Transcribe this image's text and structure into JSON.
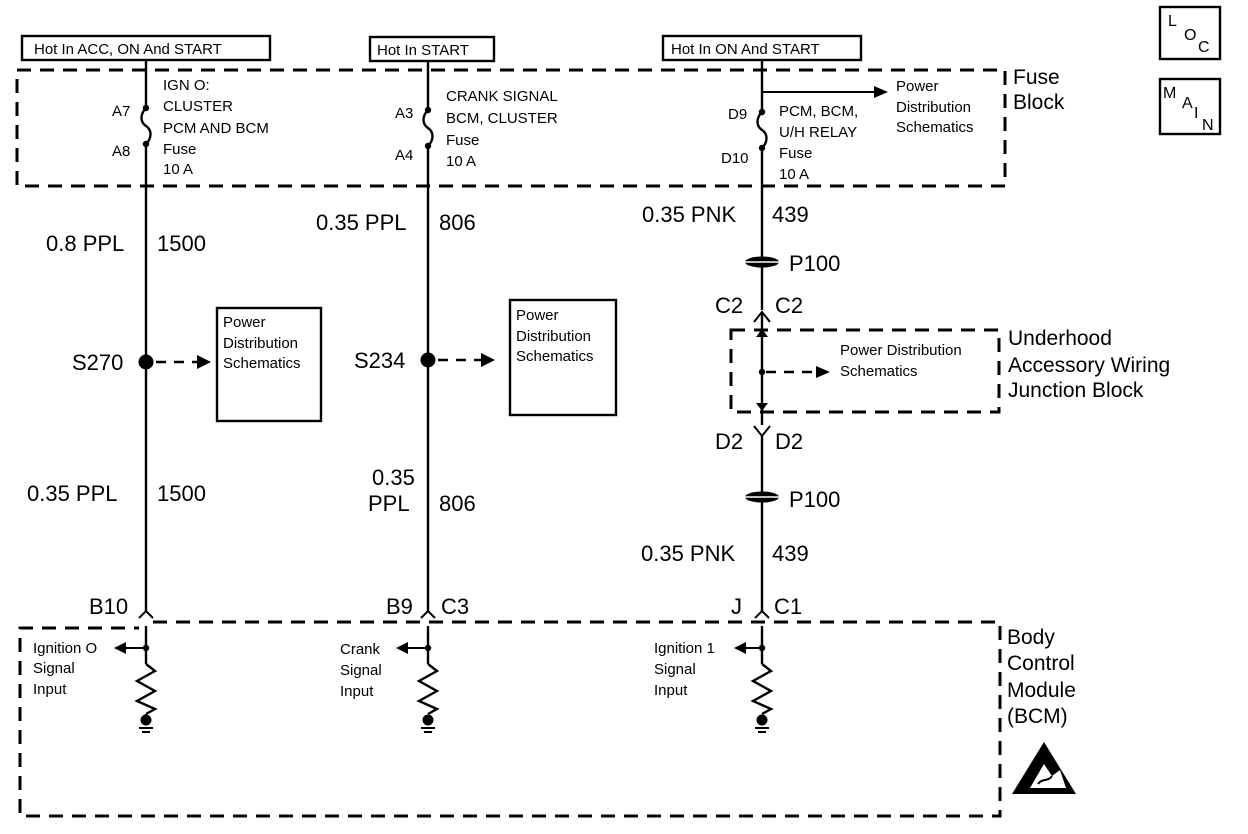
{
  "supplies": {
    "left": "Hot In ACC, ON And START",
    "mid": "Hot In START",
    "right": "Hot In ON And START"
  },
  "nav": {
    "loc": [
      "L",
      "O",
      "C"
    ],
    "main": [
      "M",
      "A",
      "I",
      "N"
    ]
  },
  "fuse_block": {
    "label": [
      "Fuse",
      "Block"
    ],
    "left_fuse": {
      "pin_top": "A7",
      "pin_bottom": "A8",
      "text": [
        "IGN O:",
        "CLUSTER",
        "PCM AND BCM",
        "Fuse",
        "10 A"
      ]
    },
    "mid_fuse": {
      "pin_top": "A3",
      "pin_bottom": "A4",
      "text": [
        "CRANK SIGNAL",
        "BCM, CLUSTER",
        "Fuse",
        "10 A"
      ]
    },
    "right_fuse": {
      "pin_top": "D9",
      "pin_bottom": "D10",
      "text": [
        "PCM, BCM,",
        "U/H RELAY",
        "Fuse",
        "10 A"
      ]
    },
    "power_ref": [
      "Power",
      "Distribution",
      "Schematics"
    ]
  },
  "circuits": {
    "left_top": {
      "wire": "0.8 PPL",
      "circuit": "1500"
    },
    "left_bottom": {
      "wire": "0.35 PPL",
      "circuit": "1500"
    },
    "mid_top": {
      "wire": "0.35 PPL",
      "circuit": "806"
    },
    "mid_bottom": {
      "wire": [
        "0.35",
        "PPL"
      ],
      "circuit": "806"
    },
    "right_top": {
      "wire": "0.35 PNK",
      "circuit": "439"
    },
    "right_bottom": {
      "wire": "0.35 PNK",
      "circuit": "439"
    }
  },
  "splices": {
    "left": {
      "id": "S270",
      "ref": [
        "Power",
        "Distribution",
        "Schematics"
      ]
    },
    "mid": {
      "id": "S234",
      "ref": [
        "Power",
        "Distribution",
        "Schematics"
      ]
    }
  },
  "connectors": {
    "p100_top": "P100",
    "p100_bottom": "P100",
    "c2_left": "C2",
    "c2_right": "C2",
    "d2_left": "D2",
    "d2_right": "D2",
    "left_bcm_pin": "B10",
    "mid_bcm_pin": "B9",
    "mid_bcm_conn": "C3",
    "right_bcm_pin": "J",
    "right_bcm_conn": "C1"
  },
  "underhood": {
    "label": [
      "Underhood",
      "Accessory Wiring",
      "Junction Block"
    ],
    "ref": [
      "Power Distribution",
      "Schematics"
    ]
  },
  "bcm": {
    "label": [
      "Body",
      "Control",
      "Module",
      "(BCM)"
    ],
    "inputs": {
      "left": [
        "Ignition O",
        "Signal",
        "Input"
      ],
      "mid": [
        "Crank",
        "Signal",
        "Input"
      ],
      "right": [
        "Ignition 1",
        "Signal",
        "Input"
      ]
    }
  }
}
